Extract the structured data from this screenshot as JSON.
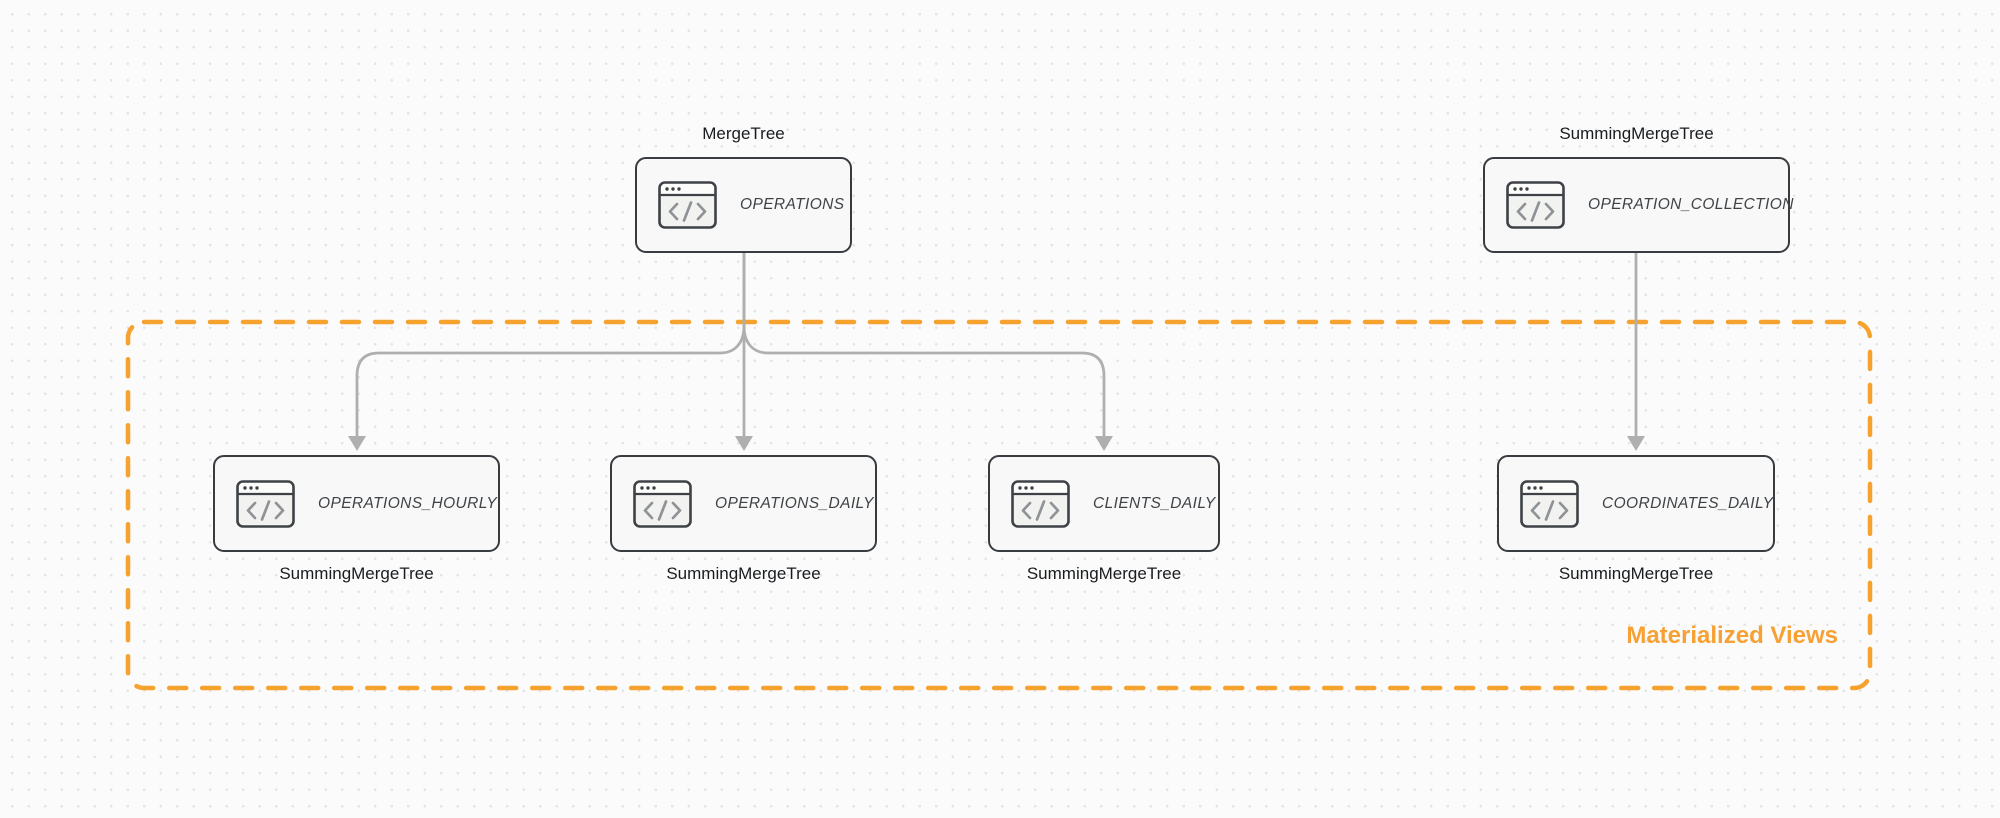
{
  "diagram": {
    "title_context": "Tables and materialized views diagram",
    "nodes": [
      {
        "id": "operations",
        "table": "OPERATIONS",
        "engine": "MergeTree",
        "engine_position": "above",
        "icon": "code-window-icon"
      },
      {
        "id": "operation_collection",
        "table": "OPERATION_COLLECTION",
        "engine": "SummingMergeTree",
        "engine_position": "above",
        "icon": "code-window-icon"
      },
      {
        "id": "operations_hourly",
        "table": "OPERATIONS_HOURLY",
        "engine": "SummingMergeTree",
        "engine_position": "below",
        "icon": "code-window-icon"
      },
      {
        "id": "operations_daily",
        "table": "OPERATIONS_DAILY",
        "engine": "SummingMergeTree",
        "engine_position": "below",
        "icon": "code-window-icon"
      },
      {
        "id": "clients_daily",
        "table": "CLIENTS_DAILY",
        "engine": "SummingMergeTree",
        "engine_position": "below",
        "icon": "code-window-icon"
      },
      {
        "id": "coordinates_daily",
        "table": "COORDINATES_DAILY",
        "engine": "SummingMergeTree",
        "engine_position": "below",
        "icon": "code-window-icon"
      }
    ],
    "edges": [
      {
        "from": "operations",
        "to": "operations_hourly"
      },
      {
        "from": "operations",
        "to": "operations_daily"
      },
      {
        "from": "operations",
        "to": "clients_daily"
      },
      {
        "from": "operation_collection",
        "to": "coordinates_daily"
      }
    ],
    "group": {
      "label": "Materialized Views"
    },
    "colors": {
      "accent_orange": "#F6A22F",
      "caption_orange": "#F7A033",
      "node_border": "#383C40",
      "node_fill": "#F7F8F7",
      "arrow_gray": "#AFAFAF",
      "background": "#FBFBFB",
      "dot_grid": "#E3E3E3",
      "engine_text": "#191C1F",
      "table_text": "#3F4347"
    }
  }
}
